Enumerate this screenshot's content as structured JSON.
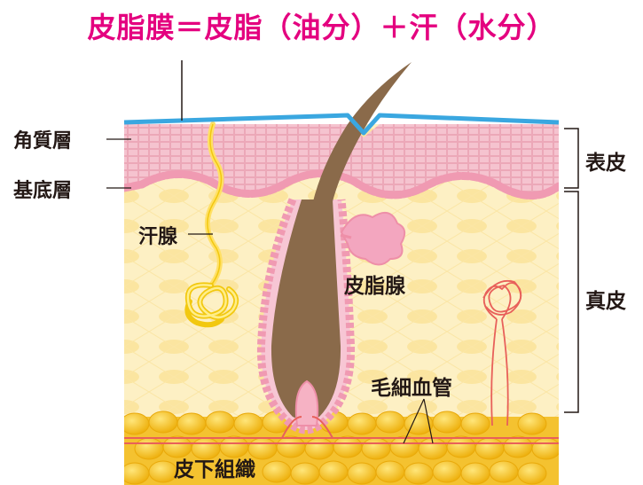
{
  "title": "皮脂膜＝皮脂（油分）＋汗（水分）",
  "labels": {
    "stratum_corneum": "角質層",
    "basal_layer": "基底層",
    "sweat_gland": "汗腺",
    "sebaceous_gland": "皮脂腺",
    "capillary": "毛細血管",
    "subcutaneous": "皮下組織",
    "epidermis": "表皮",
    "dermis": "真皮"
  },
  "colors": {
    "title": "#e4007f",
    "sebum_film": "#3aa7e0",
    "epidermis": "#f2b8c6",
    "dermis": "#fdeebb",
    "subcutaneous_fat": "#f5c21b",
    "hair": "#8a6a4a",
    "sweat_gland": "#ffe066",
    "capillary": "#e8605a"
  }
}
